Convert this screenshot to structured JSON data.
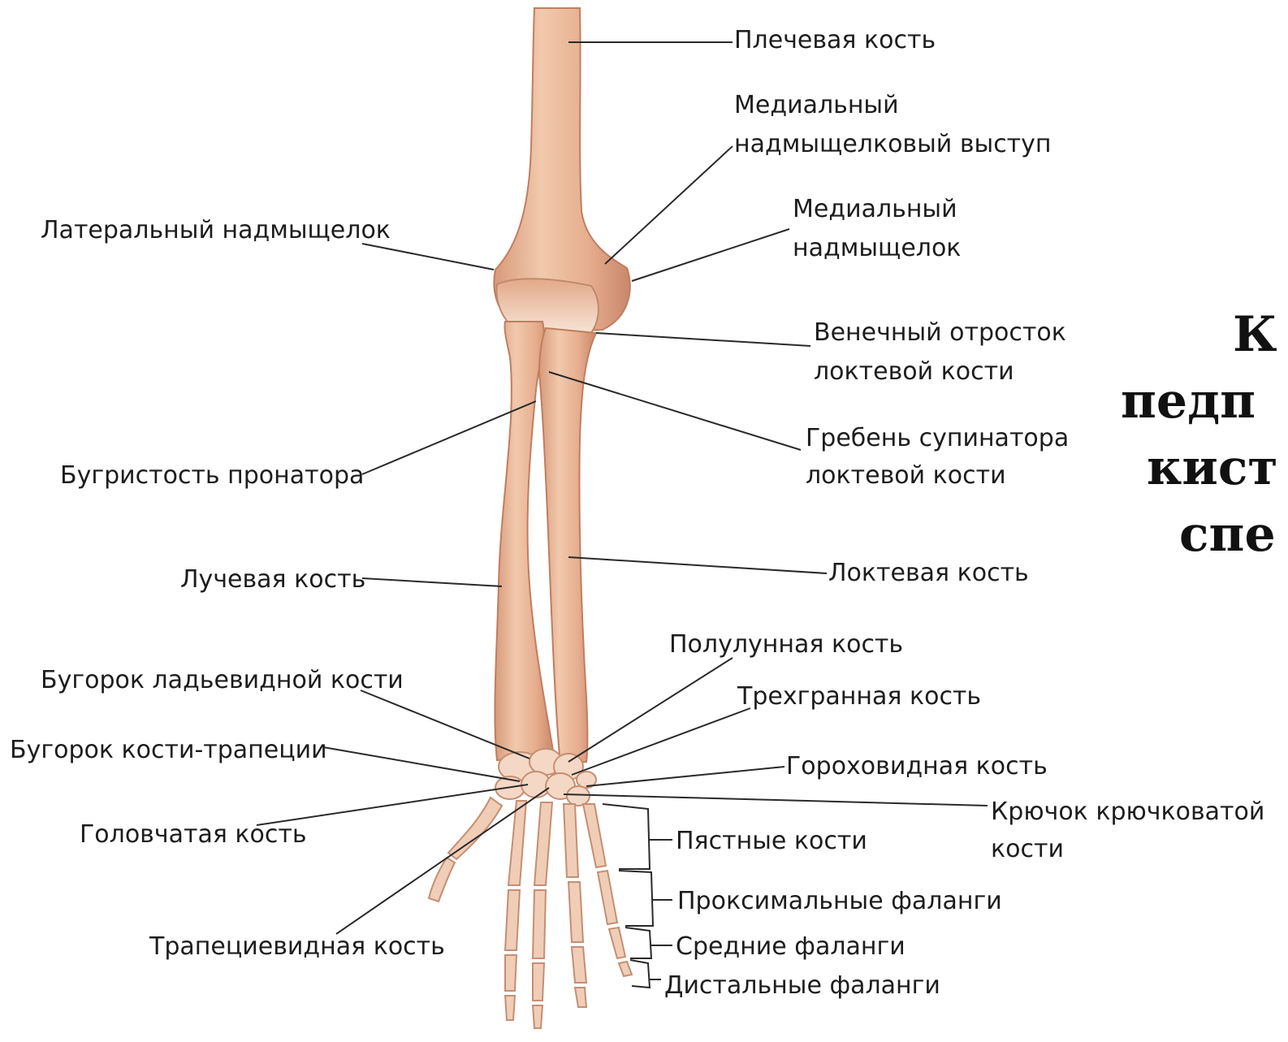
{
  "labels": {
    "humerus": "Плечевая кость",
    "medial_supracondylar_ridge_1": "Медиальный",
    "medial_supracondylar_ridge_2": "надмыщелковый выступ",
    "lateral_epicondyle": "Латеральный надмыщелок",
    "medial_epicondyle_1": "Медиальный",
    "medial_epicondyle_2": "надмыщелок",
    "coronoid_process_1": "Венечный отросток",
    "coronoid_process_2": "локтевой кости",
    "supinator_crest_1": "Гребень супинатора",
    "supinator_crest_2": "локтевой кости",
    "pronator_tuberosity": "Бугристость пронатора",
    "radius": "Лучевая кость",
    "ulna": "Локтевая кость",
    "lunate": "Полулунная кость",
    "scaphoid_tubercle": "Бугорок ладьевидной кости",
    "triquetrum": "Трехгранная кость",
    "trapezium_tubercle": "Бугорок кости-трапеции",
    "pisiform": "Гороховидная кость",
    "capitate": "Головчатая кость",
    "hamate_hook_1": "Крючок крючковатой",
    "hamate_hook_2": "кости",
    "metacarpals": "Пястные кости",
    "proximal_phalanges": "Проксимальные фаланги",
    "trapezoid": "Трапециевидная кость",
    "middle_phalanges": "Средние фаланги",
    "distal_phalanges": "Дистальные фаланги"
  },
  "side_title": {
    "line1": "К",
    "line2": "педп",
    "line3": "кист",
    "line4": "спе"
  },
  "colors": {
    "bone": "#e9b99a",
    "bone_shadow": "#c98b6c",
    "bone_light": "#f7e2d2",
    "leader": "#2a2a2a",
    "text": "#1d1d1d"
  }
}
